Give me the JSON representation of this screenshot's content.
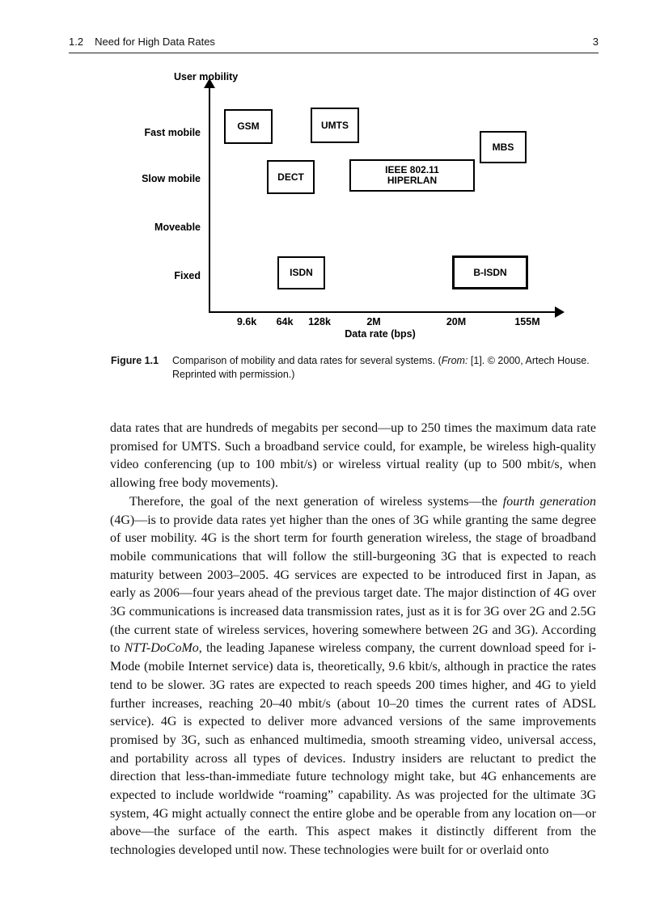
{
  "header": {
    "section_number": "1.2",
    "section_title": "Need for High Data Rates",
    "page_number": "3"
  },
  "figure": {
    "caption_label": "Figure 1.1",
    "caption_parts": [
      {
        "t": "Comparison of mobility and data rates for several systems. (",
        "i": false
      },
      {
        "t": "From:",
        "i": true
      },
      {
        "t": " [1]. © 2000, Artech House. Reprinted with permission.)",
        "i": false
      }
    ]
  },
  "chart_data": {
    "type": "scatter",
    "title": "Comparison of mobility and data rates for several systems",
    "xlabel": "Data rate (bps)",
    "ylabel": "User mobility",
    "x_ticks": [
      "9.6k",
      "64k",
      "128k",
      "2M",
      "20M",
      "155M"
    ],
    "y_categories": [
      "Fast mobile",
      "Slow mobile",
      "Moveable",
      "Fixed"
    ],
    "grid": false,
    "systems": [
      {
        "label": "GSM",
        "mobility": "Fast mobile",
        "data_rate_range": "9.6k–64k"
      },
      {
        "label": "UMTS",
        "mobility": "Fast mobile",
        "data_rate_range": "128k–2M"
      },
      {
        "label": "MBS",
        "mobility": "Fast mobile / Slow mobile",
        "data_rate_range": "~155M"
      },
      {
        "label": "DECT",
        "mobility": "Slow mobile",
        "data_rate_range": "64k–128k"
      },
      {
        "label": "IEEE 802.11\nHIPERLAN",
        "mobility": "Slow mobile",
        "data_rate_range": "2M–20M"
      },
      {
        "label": "ISDN",
        "mobility": "Fixed",
        "data_rate_range": "~128k"
      },
      {
        "label": "B-ISDN",
        "mobility": "Fixed",
        "data_rate_range": "20M–155M"
      }
    ]
  },
  "body": {
    "paragraph1": "data rates that are hundreds of megabits per second—up to 250 times the maximum data rate promised for UMTS. Such a broadband service could, for example, be wireless high-quality video conferencing (up to 100 mbit/s) or wireless virtual reality (up to 500 mbit/s, when allowing free body movements).",
    "paragraph2_parts": [
      {
        "t": "Therefore, the goal of the next generation of wireless systems—the ",
        "i": false
      },
      {
        "t": "fourth generation",
        "i": true
      },
      {
        "t": " (4G)—is to provide data rates yet higher than the ones of 3G while granting the same degree of user mobility. 4G is the short term for fourth generation wireless, the stage of broadband mobile communications that will follow the still-burgeoning 3G that is expected to reach maturity between 2003–2005. 4G services are expected to be introduced first in Japan, as early as 2006—four years ahead of the previous target date. The major distinction of 4G over 3G communications is increased data transmission rates, just as it is for 3G over 2G and 2.5G (the current state of wireless services, hovering somewhere between 2G and 3G). According to ",
        "i": false
      },
      {
        "t": "NTT-DoCoMo",
        "i": true
      },
      {
        "t": ", the leading Japanese wireless company, the current download speed for i-Mode (mobile Internet service) data is, theoretically, 9.6 kbit/s, although in practice the rates tend to be slower. 3G rates are expected to reach speeds 200 times higher, and 4G to yield further increases, reaching 20–40 mbit/s (about 10–20 times the current rates of ADSL service). 4G is expected to deliver more advanced versions of the same improvements promised by 3G, such as enhanced multimedia, smooth streaming video, universal access, and portability across all types of devices. Industry insiders are reluctant to predict the direction that less-than-immediate future technology might take, but 4G enhancements are expected to include worldwide “roaming” capability. As was projected for the ultimate 3G system, 4G might actually connect the entire globe and be operable from any location on—or above—the surface of the earth. This aspect makes it distinctly different from the technologies developed until now. These technologies were built for or overlaid onto",
        "i": false
      }
    ]
  }
}
